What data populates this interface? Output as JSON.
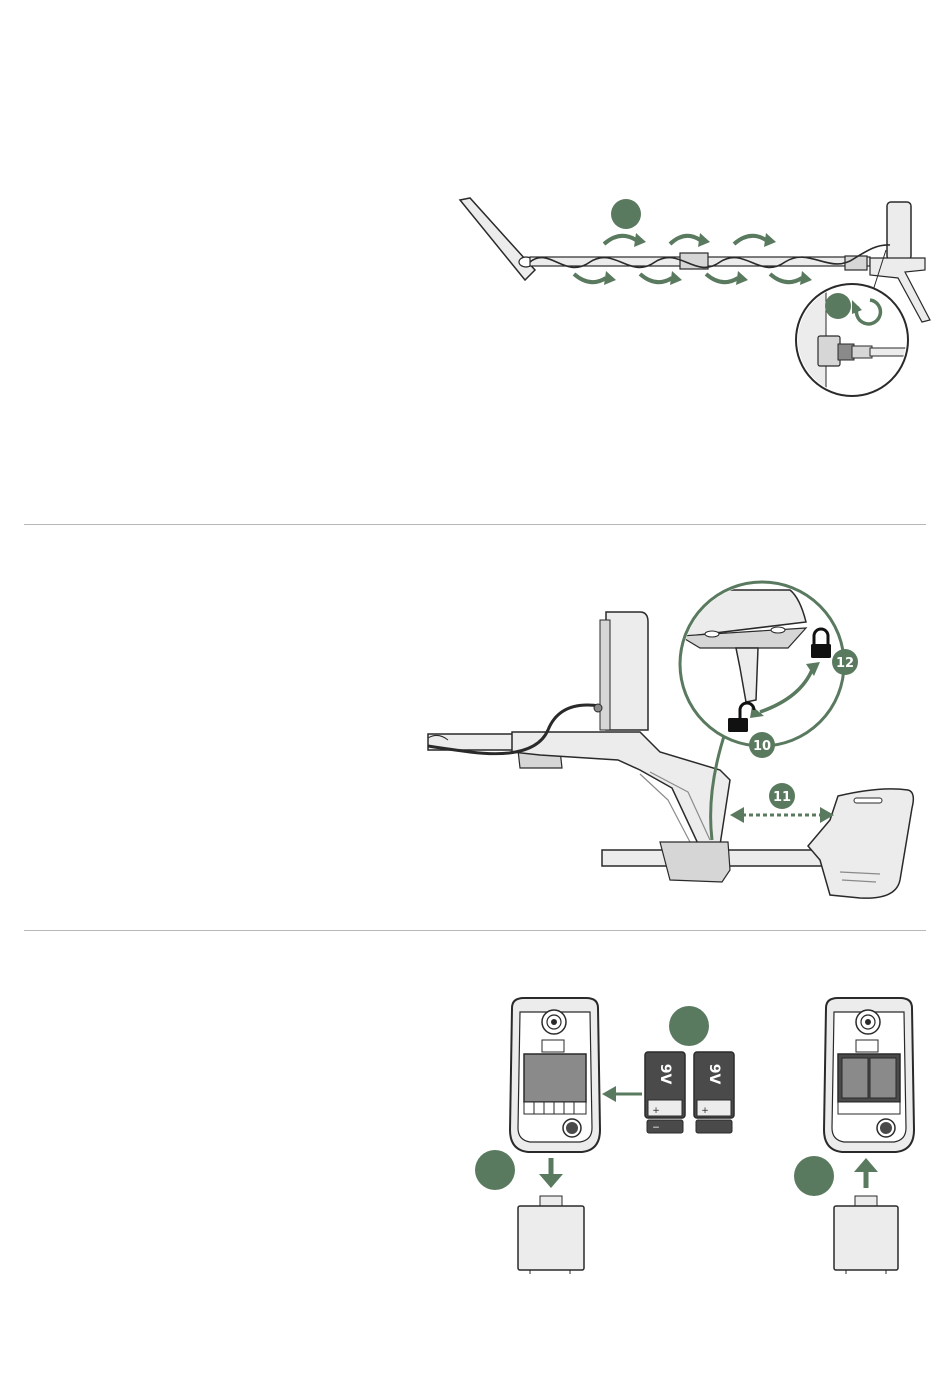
{
  "colors": {
    "accent": "#5a7a5f",
    "line": "#2a2a2a",
    "fill_light": "#ececec",
    "fill_mid": "#d6d6d6",
    "fill_dark": "#8a8a8a",
    "battery_dark": "#4a4a4a",
    "rule": "#b8b8b8"
  },
  "section_assembly": {
    "icons": [
      "cable-wrap-arrow-icon",
      "rotate-arrow-icon"
    ]
  },
  "section_armrest": {
    "step_unlock": "10",
    "step_slide": "11",
    "step_lock": "12",
    "icons": [
      "unlock-icon",
      "lock-icon",
      "double-arrow-icon"
    ]
  },
  "section_batteries": {
    "battery_label_1": "9V",
    "battery_label_2": "9V",
    "terminal_plus": "+",
    "terminal_minus": "−",
    "icons": [
      "arrow-left-icon",
      "arrow-down-icon",
      "arrow-up-icon"
    ]
  }
}
